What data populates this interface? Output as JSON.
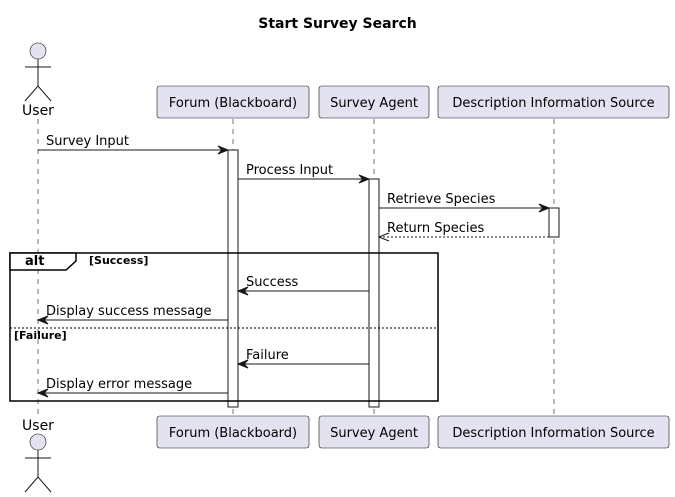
{
  "title": "Start Survey Search",
  "participants": [
    {
      "id": "user",
      "label": "User",
      "kind": "actor"
    },
    {
      "id": "forum",
      "label": "Forum (Blackboard)",
      "kind": "participant"
    },
    {
      "id": "agent",
      "label": "Survey Agent",
      "kind": "participant"
    },
    {
      "id": "source",
      "label": "Description Information Source",
      "kind": "participant"
    }
  ],
  "messages": [
    {
      "from": "user",
      "to": "forum",
      "label": "Survey Input",
      "dashed": false
    },
    {
      "from": "forum",
      "to": "agent",
      "label": "Process Input",
      "dashed": false
    },
    {
      "from": "agent",
      "to": "source",
      "label": "Retrieve Species",
      "dashed": false
    },
    {
      "from": "source",
      "to": "agent",
      "label": "Return Species",
      "dashed": true
    },
    {
      "from": "agent",
      "to": "forum",
      "label": "Success",
      "dashed": false
    },
    {
      "from": "forum",
      "to": "user",
      "label": "Display success message",
      "dashed": false
    },
    {
      "from": "agent",
      "to": "forum",
      "label": "Failure",
      "dashed": false
    },
    {
      "from": "forum",
      "to": "user",
      "label": "Display error message",
      "dashed": false
    }
  ],
  "fragment": {
    "keyword": "alt",
    "guards": [
      "[Success]",
      "[Failure]"
    ]
  }
}
